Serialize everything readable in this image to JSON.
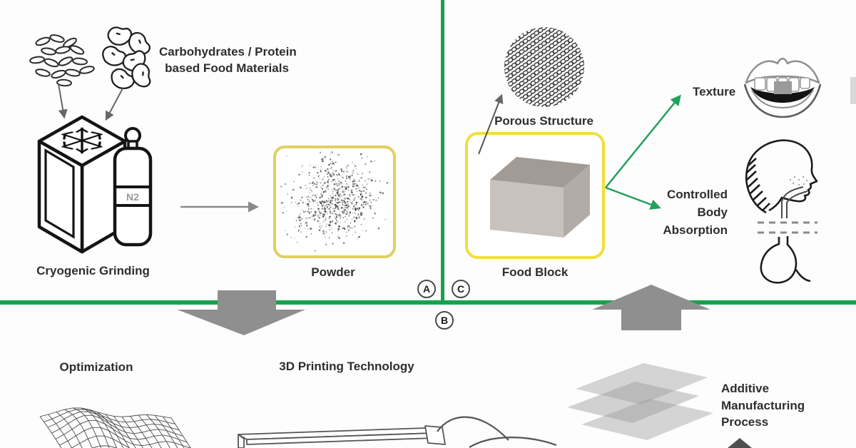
{
  "figure": {
    "badges": {
      "a": "A",
      "b": "B",
      "c": "C"
    },
    "top_left": {
      "materials_line1": "Carbohydrates / Protein",
      "materials_line2": "based Food Materials",
      "grinder_label": "Cryogenic Grinding",
      "cylinder_text": "N2",
      "powder_label": "Powder"
    },
    "top_right": {
      "porous_label": "Porous Structure",
      "food_block_label": "Food Block",
      "texture_label": "Texture",
      "absorption_line1": "Controlled",
      "absorption_line2": "Body",
      "absorption_line3": "Absorption"
    },
    "bottom": {
      "optimization_label": "Optimization",
      "printing_label": "3D Printing Technology",
      "additive_line1": "Additive",
      "additive_line2": "Manufacturing",
      "additive_line3": "Process"
    },
    "colors": {
      "divider_green": "#1aa14e",
      "arrow_green": "#23a05c",
      "block_arrow_gray": "#8f8f8f",
      "powder_box_border": "#dfd160",
      "food_box_border": "#f0df38"
    }
  }
}
